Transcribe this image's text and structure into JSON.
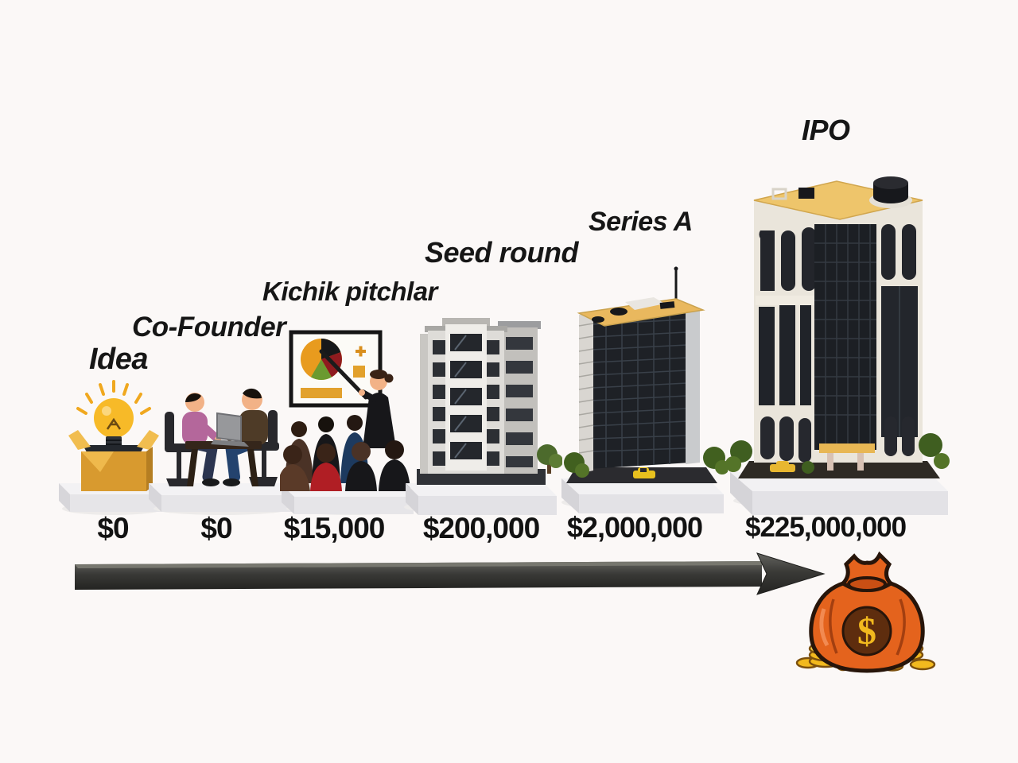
{
  "figure_name": "startup-funding-stages",
  "background_color": "#fbf8f7",
  "text_color": "#161616",
  "stages": [
    {
      "id": "idea",
      "label": "Idea",
      "amount": "$0",
      "icon": "idea-box-lightbulb-icon"
    },
    {
      "id": "co-founder",
      "label": "Co-Founder",
      "amount": "$0",
      "icon": "co-founders-meeting-icon"
    },
    {
      "id": "small-pitches",
      "label": "Kichik pitchlar",
      "amount": "$15,000",
      "icon": "pitch-presentation-icon"
    },
    {
      "id": "seed-round",
      "label": "Seed round",
      "amount": "$200,000",
      "icon": "mid-rise-building-icon"
    },
    {
      "id": "series-a",
      "label": "Series A",
      "amount": "$2,000,000",
      "icon": "glass-tower-building-icon"
    },
    {
      "id": "ipo",
      "label": "IPO",
      "amount": "$225,000,000",
      "icon": "skyscraper-building-icon"
    }
  ],
  "arrow": {
    "direction": "right",
    "color": "#3a3a37"
  },
  "money_bag": {
    "currency_symbol": "$",
    "bag_color": "#e4631d",
    "coin_color": "#f2b91e"
  }
}
